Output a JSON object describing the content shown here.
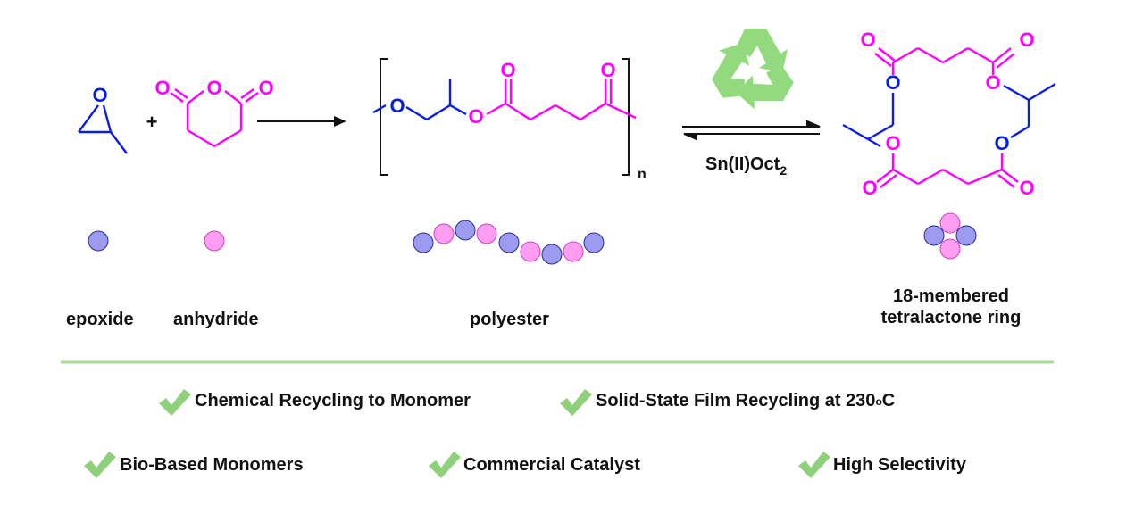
{
  "colors": {
    "epoxide_blue": "#0a1ee0",
    "anhydride_magenta": "#ff00ff",
    "bead_blue": "#9b9bef",
    "bead_pink": "#ff9df3",
    "recycle_green": "#93d97e",
    "check_green": "#8fd07a",
    "divider_green": "#a9dc95"
  },
  "scheme": {
    "plus": "+",
    "catalyst": {
      "prefix": "Sn(II)Oct",
      "sub": "2"
    },
    "repeat_subscript": "n",
    "icons": [
      "recycle-icon",
      "forward-arrow-icon",
      "equilibrium-arrow-icon"
    ]
  },
  "labels": {
    "epoxide": "epoxide",
    "anhydride": "anhydride",
    "polyester": "polyester",
    "ring_line1": "18-membered",
    "ring_line2": "tetralactone ring"
  },
  "features": {
    "f1": "Chemical Recycling to Monomer",
    "f2_prefix": "Solid-State Film Recycling at 230 ",
    "f2_sup": "o",
    "f2_suffix": "C",
    "f3": "Bio-Based Monomers",
    "f4": "Commercial Catalyst",
    "f5": "High Selectivity"
  }
}
